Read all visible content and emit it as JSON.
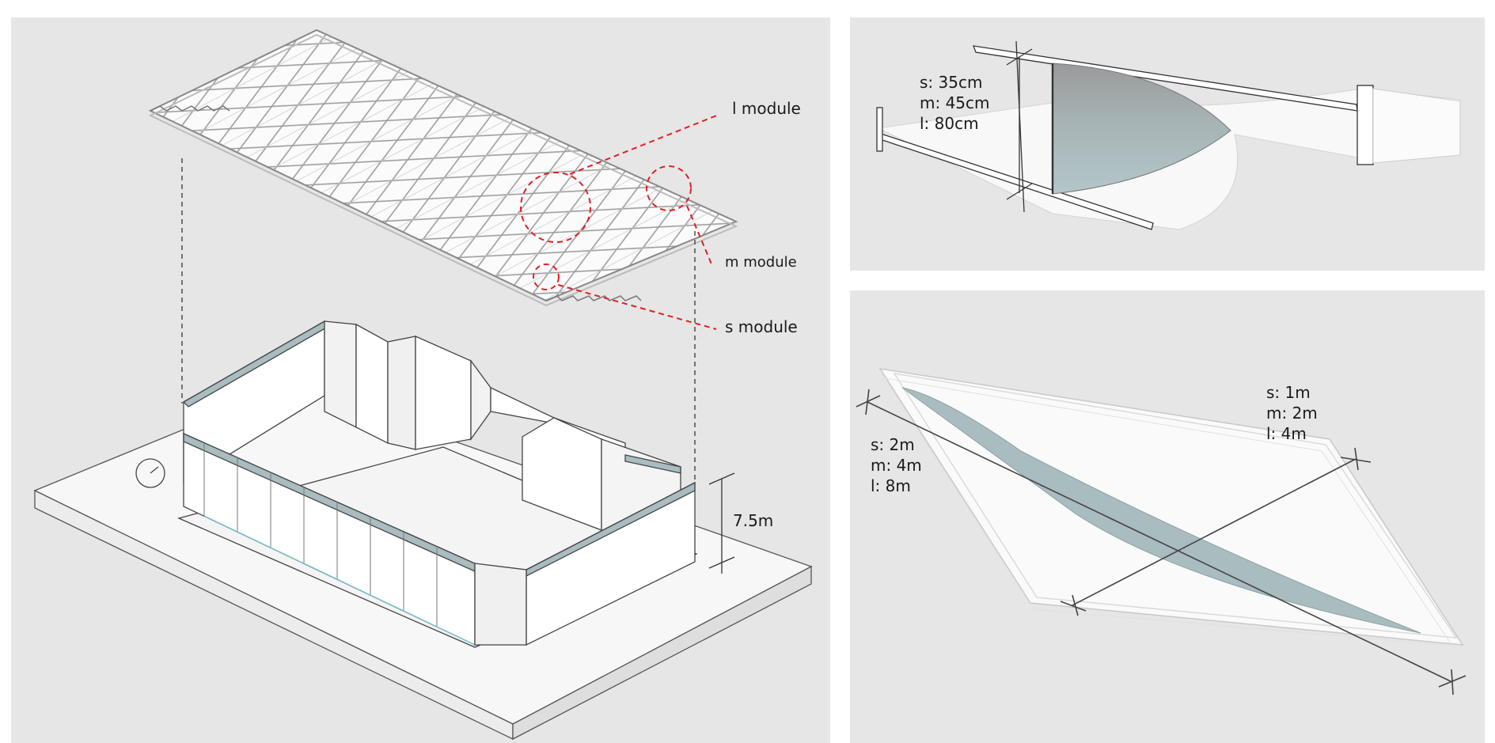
{
  "panels": {
    "main": {
      "name": "exploded-axonometric"
    },
    "top_right": {
      "name": "module-section"
    },
    "bottom_right": {
      "name": "module-plan"
    }
  },
  "annotations": {
    "l_module": "l module",
    "m_module": "m module",
    "s_module": "s module",
    "height": "7.5m"
  },
  "section_dims": [
    "s: 35cm",
    "m: 45cm",
    "l: 80cm"
  ],
  "plan_short_dims": [
    "s: 1m",
    "m: 2m",
    "l: 4m"
  ],
  "plan_long_dims": [
    "s: 2m",
    "m: 4m",
    "l: 8m"
  ],
  "colors": {
    "panel_bg": "#e6e6e6",
    "highlight": "#e31e24",
    "membrane": "#a9bcc0",
    "line": "#333333"
  }
}
